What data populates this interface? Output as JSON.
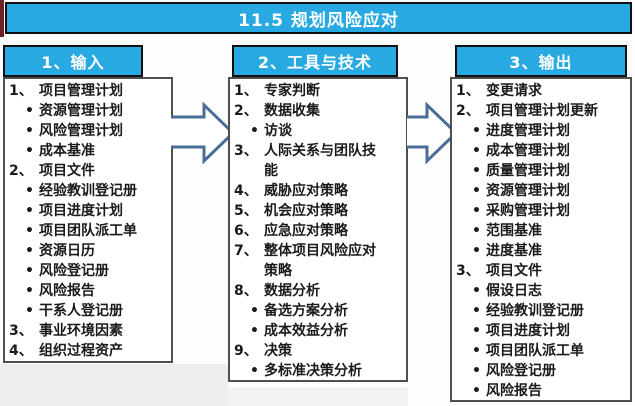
{
  "title": "11.5 规划风险应对",
  "colors": {
    "header_blue": "#29a9e2",
    "bar_border": "#0f0f0f",
    "box_border": "#4f4f4f",
    "arrow_outline": "#4a6d96",
    "text_dark": "#1a1a1a",
    "red_sliver": "#6e2023"
  },
  "arrows": [
    {
      "name": "input-to-tools-arrow",
      "direction": "right"
    },
    {
      "name": "tools-to-output-arrow",
      "direction": "right"
    }
  ],
  "columns": [
    {
      "header": "1、输入",
      "items": [
        {
          "marker": "1、",
          "bullet": false,
          "text": "项目管理计划"
        },
        {
          "marker": "•",
          "bullet": true,
          "text": "资源管理计划"
        },
        {
          "marker": "•",
          "bullet": true,
          "text": "风险管理计划"
        },
        {
          "marker": "•",
          "bullet": true,
          "text": "成本基准"
        },
        {
          "marker": "2、",
          "bullet": false,
          "text": "项目文件"
        },
        {
          "marker": "•",
          "bullet": true,
          "text": "经验教训登记册"
        },
        {
          "marker": "•",
          "bullet": true,
          "text": "项目进度计划"
        },
        {
          "marker": "•",
          "bullet": true,
          "text": "项目团队派工单"
        },
        {
          "marker": "•",
          "bullet": true,
          "text": "资源日历"
        },
        {
          "marker": "•",
          "bullet": true,
          "text": "风险登记册"
        },
        {
          "marker": "•",
          "bullet": true,
          "text": "风险报告"
        },
        {
          "marker": "•",
          "bullet": true,
          "text": "干系人登记册"
        },
        {
          "marker": "3、",
          "bullet": false,
          "text": "事业环境因素"
        },
        {
          "marker": "4、",
          "bullet": false,
          "text": "组织过程资产"
        }
      ]
    },
    {
      "header": "2、工具与技术",
      "items": [
        {
          "marker": "1、",
          "bullet": false,
          "text": "专家判断"
        },
        {
          "marker": "2、",
          "bullet": false,
          "text": "数据收集"
        },
        {
          "marker": "•",
          "bullet": true,
          "text": "访谈"
        },
        {
          "marker": "3、",
          "bullet": false,
          "text": "人际关系与团队技\n能"
        },
        {
          "marker": "4、",
          "bullet": false,
          "text": "威胁应对策略"
        },
        {
          "marker": "5、",
          "bullet": false,
          "text": "机会应对策略"
        },
        {
          "marker": "6、",
          "bullet": false,
          "text": "应急应对策略"
        },
        {
          "marker": "7、",
          "bullet": false,
          "text": "整体项目风险应对\n策略"
        },
        {
          "marker": "8、",
          "bullet": false,
          "text": "数据分析"
        },
        {
          "marker": "•",
          "bullet": true,
          "text": "备选方案分析"
        },
        {
          "marker": "•",
          "bullet": true,
          "text": "成本效益分析"
        },
        {
          "marker": "9、",
          "bullet": false,
          "text": "决策"
        },
        {
          "marker": "•",
          "bullet": true,
          "text": "多标准决策分析"
        }
      ]
    },
    {
      "header": "3、输出",
      "items": [
        {
          "marker": "1、",
          "bullet": false,
          "text": "变更请求"
        },
        {
          "marker": "2、",
          "bullet": false,
          "text": "项目管理计划更新"
        },
        {
          "marker": "•",
          "bullet": true,
          "text": "进度管理计划"
        },
        {
          "marker": "•",
          "bullet": true,
          "text": "成本管理计划"
        },
        {
          "marker": "•",
          "bullet": true,
          "text": "质量管理计划"
        },
        {
          "marker": "•",
          "bullet": true,
          "text": "资源管理计划"
        },
        {
          "marker": "•",
          "bullet": true,
          "text": "采购管理计划"
        },
        {
          "marker": "•",
          "bullet": true,
          "text": "范围基准"
        },
        {
          "marker": "•",
          "bullet": true,
          "text": "进度基准"
        },
        {
          "marker": "3、",
          "bullet": false,
          "text": "项目文件"
        },
        {
          "marker": "•",
          "bullet": true,
          "text": "假设日志"
        },
        {
          "marker": "•",
          "bullet": true,
          "text": "经验教训登记册"
        },
        {
          "marker": "•",
          "bullet": true,
          "text": "项目进度计划"
        },
        {
          "marker": "•",
          "bullet": true,
          "text": "项目团队派工单"
        },
        {
          "marker": "•",
          "bullet": true,
          "text": "风险登记册"
        },
        {
          "marker": "•",
          "bullet": true,
          "text": "风险报告"
        }
      ]
    }
  ]
}
